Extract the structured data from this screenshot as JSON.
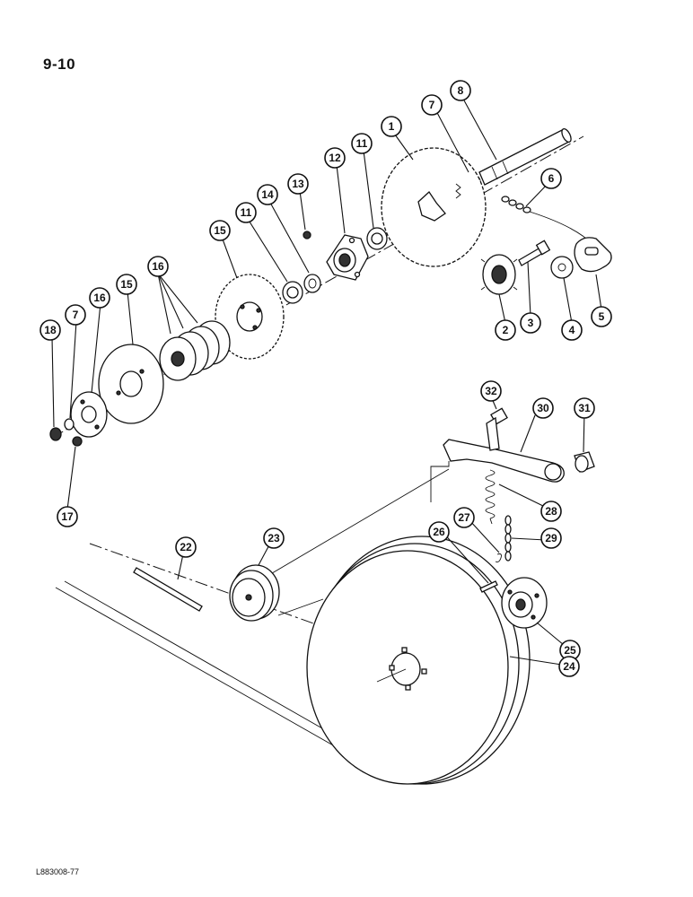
{
  "page": {
    "page_number": "9-10",
    "figure_code": "L883008-77"
  },
  "callouts": [
    {
      "id": "c8",
      "label": "8"
    },
    {
      "id": "c7a",
      "label": "7"
    },
    {
      "id": "c1",
      "label": "1"
    },
    {
      "id": "c6",
      "label": "6"
    },
    {
      "id": "c11a",
      "label": "11"
    },
    {
      "id": "c12",
      "label": "12"
    },
    {
      "id": "c13",
      "label": "13"
    },
    {
      "id": "c14",
      "label": "14"
    },
    {
      "id": "c11b",
      "label": "11"
    },
    {
      "id": "c15a",
      "label": "15"
    },
    {
      "id": "c16a",
      "label": "16"
    },
    {
      "id": "c15b",
      "label": "15"
    },
    {
      "id": "c16b",
      "label": "16"
    },
    {
      "id": "c7b",
      "label": "7"
    },
    {
      "id": "c18",
      "label": "18"
    },
    {
      "id": "c17",
      "label": "17"
    },
    {
      "id": "c2",
      "label": "2"
    },
    {
      "id": "c3",
      "label": "3"
    },
    {
      "id": "c4",
      "label": "4"
    },
    {
      "id": "c5",
      "label": "5"
    },
    {
      "id": "c32",
      "label": "32"
    },
    {
      "id": "c30",
      "label": "30"
    },
    {
      "id": "c31",
      "label": "31"
    },
    {
      "id": "c28",
      "label": "28"
    },
    {
      "id": "c27",
      "label": "27"
    },
    {
      "id": "c26",
      "label": "26"
    },
    {
      "id": "c29",
      "label": "29"
    },
    {
      "id": "c22",
      "label": "22"
    },
    {
      "id": "c23",
      "label": "23"
    },
    {
      "id": "c25",
      "label": "25"
    },
    {
      "id": "c24",
      "label": "24"
    }
  ]
}
